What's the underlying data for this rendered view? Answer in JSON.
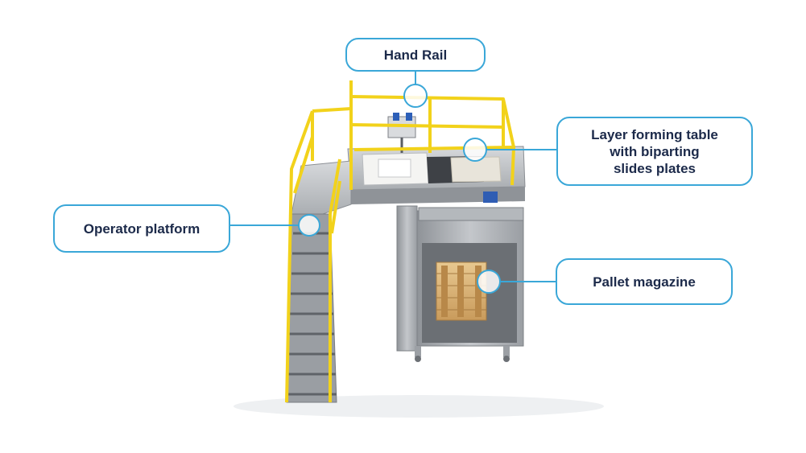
{
  "callouts": [
    {
      "id": "hand-rail",
      "label": "Hand Rail"
    },
    {
      "id": "layer-forming-table",
      "label": "Layer forming table\nwith biparting\nslides plates"
    },
    {
      "id": "operator-platform",
      "label": "Operator platform"
    },
    {
      "id": "pallet-magazine",
      "label": "Pallet magazine"
    }
  ],
  "colors": {
    "callout_border": "#3aa7d8",
    "callout_text": "#1c2a4a",
    "railing": "#f2d21b",
    "steel": "#a8acb0",
    "pallet_wood": "#d9b276"
  },
  "image": {
    "subject": "palletizer-machine"
  }
}
